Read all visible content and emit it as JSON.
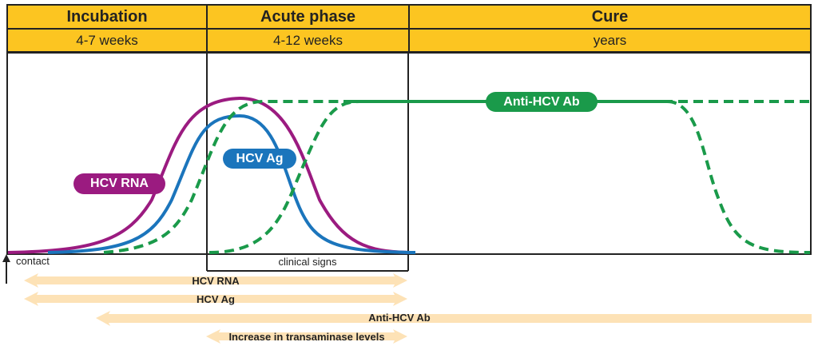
{
  "phases": [
    {
      "title": "Incubation",
      "duration": "4-7 weeks"
    },
    {
      "title": "Acute phase",
      "duration": "4-12 weeks"
    },
    {
      "title": "Cure",
      "duration": "years"
    }
  ],
  "markers": {
    "contact": "contact",
    "clinical_signs": "clinical signs"
  },
  "curve_labels": {
    "rna": "HCV RNA",
    "ag": "HCV Ag",
    "ab": "Anti-HCV Ab"
  },
  "detection_windows": [
    "HCV RNA",
    "HCV Ag",
    "Anti-HCV Ab",
    "Increase in transaminase levels"
  ],
  "colors": {
    "header": "#fcc521",
    "rna": "#9b1b80",
    "ag": "#1b75bc",
    "ab": "#1a9a4a",
    "window": "#fde2b6"
  }
}
